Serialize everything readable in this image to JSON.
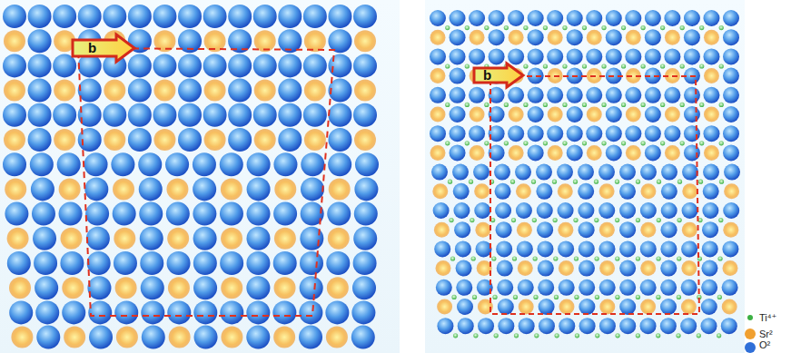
{
  "diagram": {
    "labels": [
      "b",
      "b"
    ],
    "legend": [
      {
        "text": "Ti⁴⁺",
        "color": "#3cb043"
      },
      {
        "text": "Sr²",
        "color": "#f0a030"
      },
      {
        "text": "O²",
        "color": "#2f6fd8"
      }
    ]
  }
}
